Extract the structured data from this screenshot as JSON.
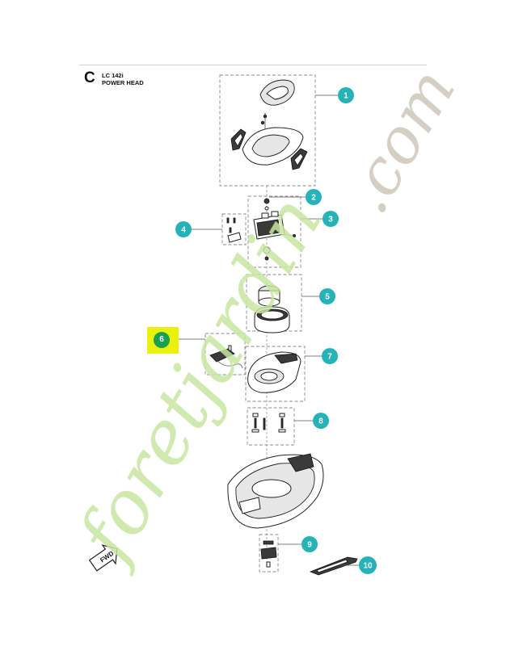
{
  "header": {
    "section_letter": "C",
    "model": "LC 142i",
    "subtitle": "POWER HEAD"
  },
  "callouts": [
    {
      "number": "1"
    },
    {
      "number": "2"
    },
    {
      "number": "3"
    },
    {
      "number": "4"
    },
    {
      "number": "5"
    },
    {
      "number": "6"
    },
    {
      "number": "7"
    },
    {
      "number": "8"
    },
    {
      "number": "9"
    },
    {
      "number": "10"
    }
  ],
  "fwd_label": "FWD",
  "watermark": {
    "brand": "foretjardin",
    "tld": ".com"
  },
  "colors": {
    "callout": "#26b3b8",
    "highlight": "#e9f10d",
    "highlight_badge": "#1aa04f",
    "watermark_green": "#c8e6a0",
    "watermark_grey": "#cdc7b8"
  }
}
